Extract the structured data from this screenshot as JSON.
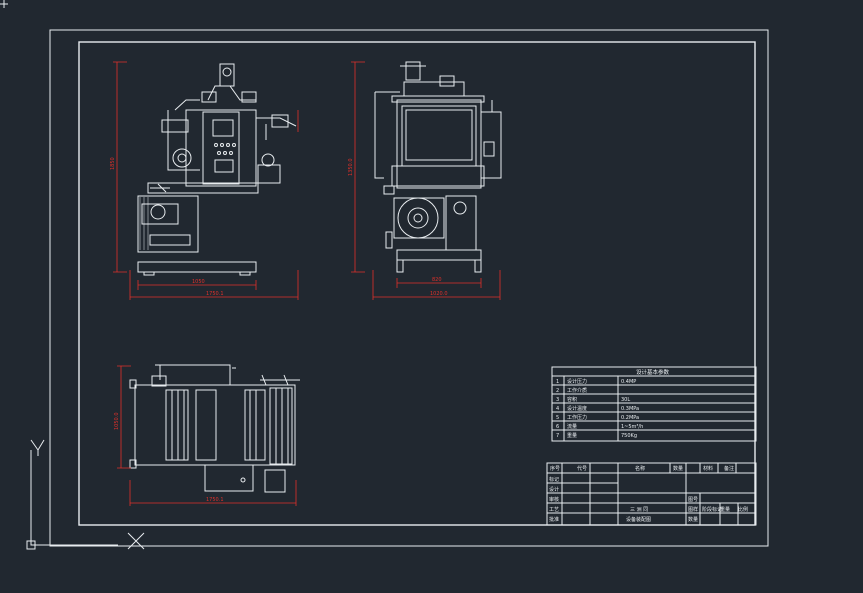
{
  "drawing": {
    "background": "#212830",
    "line_color": "#e8ecef",
    "dimension_color": "#e0302a",
    "dimensions": {
      "front_height": "1850",
      "front_bottom": "1050",
      "front_overall": "1750.1",
      "side_height": "1350.0",
      "side_bottom": "820",
      "side_overall": "1020.0",
      "top_depth": "1050.0",
      "top_overall": "1750.1"
    },
    "params_table": {
      "title": "设计基本参数",
      "rows": [
        {
          "no": "1",
          "name": "设计压力",
          "value": "0.4MP"
        },
        {
          "no": "2",
          "name": "工作介质",
          "value": ""
        },
        {
          "no": "3",
          "name": "容积",
          "value": "30L"
        },
        {
          "no": "4",
          "name": "设计温度",
          "value": "0.3MPa"
        },
        {
          "no": "5",
          "name": "工作压力",
          "value": "0.2MPa"
        },
        {
          "no": "6",
          "name": "流量",
          "value": "1~5m³/h"
        },
        {
          "no": "7",
          "name": "重量",
          "value": "750Kg"
        }
      ]
    },
    "title_block": {
      "headers": [
        "序号",
        "代号",
        "名称",
        "数量",
        "材料",
        "备注"
      ],
      "left_labels": [
        "标记",
        "设计",
        "审核",
        "工艺",
        "批准"
      ],
      "company": "三 洲 同",
      "drawing_name": "设备装配图",
      "mid_labels": [
        "图号",
        "图样",
        "数量"
      ],
      "stage_labels": [
        "阶段标记",
        "重量",
        "比例"
      ]
    }
  }
}
